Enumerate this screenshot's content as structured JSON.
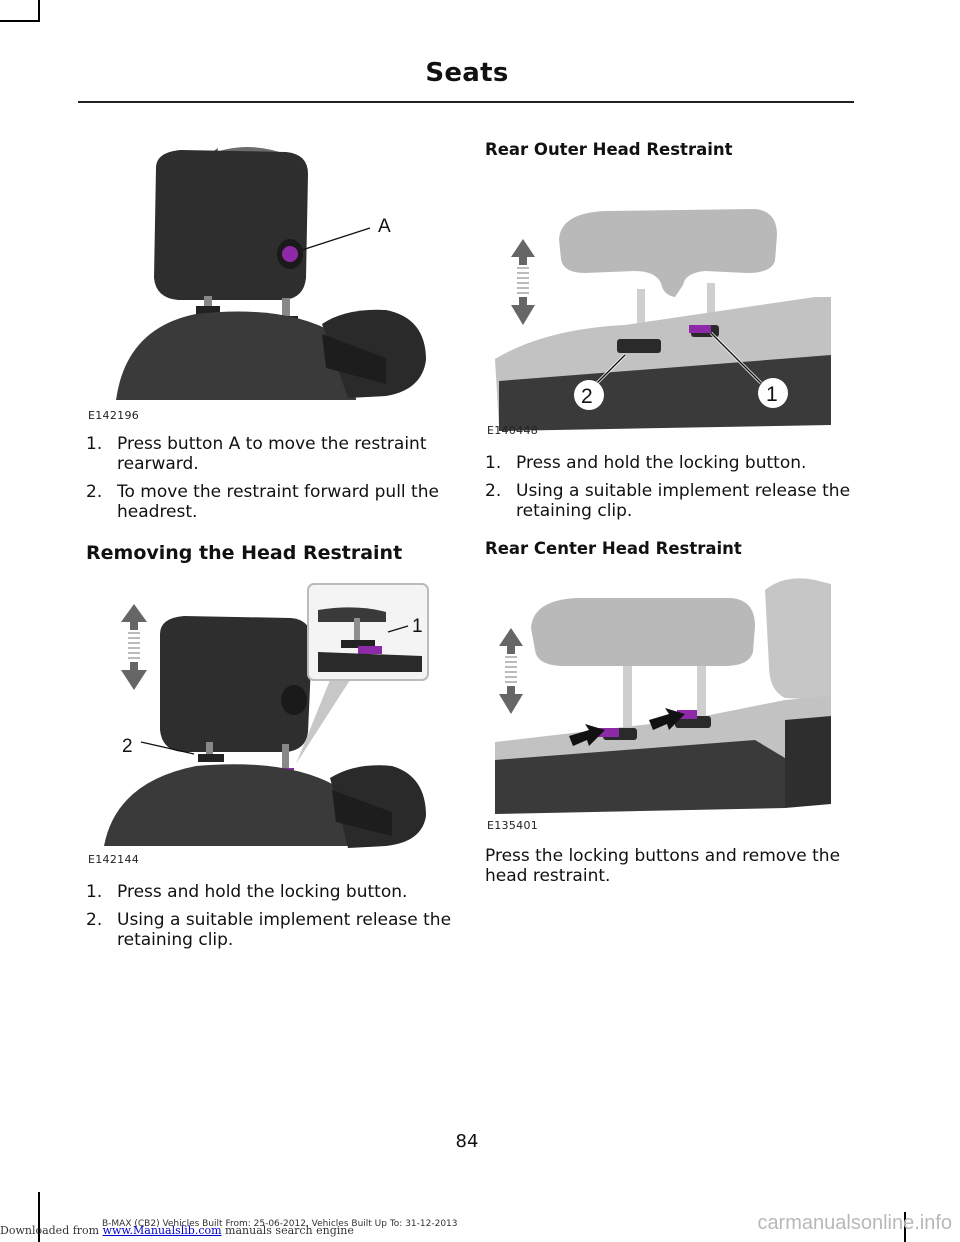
{
  "header": {
    "title": "Seats"
  },
  "left": {
    "fig1": {
      "code": "E142196",
      "callout_a": "A"
    },
    "steps1": [
      {
        "num": "1.",
        "text": "Press button A to move the restraint rearward."
      },
      {
        "num": "2.",
        "text": "To move the restraint forward pull the headrest."
      }
    ],
    "section_heading": "Removing the Head Restraint",
    "fig2": {
      "code": "E142144",
      "callout_1": "1",
      "callout_2": "2"
    },
    "steps2": [
      {
        "num": "1.",
        "text": "Press and hold the locking button."
      },
      {
        "num": "2.",
        "text": "Using a suitable implement release the retaining clip."
      }
    ]
  },
  "right": {
    "heading_outer": "Rear Outer Head Restraint",
    "fig3": {
      "code": "E140448",
      "callout_1": "1",
      "callout_2": "2"
    },
    "steps3": [
      {
        "num": "1.",
        "text": "Press and hold the locking button."
      },
      {
        "num": "2.",
        "text": "Using a suitable implement release the retaining clip."
      }
    ],
    "heading_center": "Rear Center Head Restraint",
    "fig4": {
      "code": "E135401"
    },
    "body_center": "Press the locking buttons and remove the head restraint."
  },
  "page_number": "84",
  "footer": "B-MAX (CB2) Vehicles Built From: 25-06-2012, Vehicles Built Up To: 31-12-2013",
  "download": {
    "prefix": "Downloaded from ",
    "link": "www.Manualslib.com",
    "suffix": " manuals search engine"
  },
  "watermark": "carmanualsonline.info",
  "colors": {
    "accent_button": "#8e2aa8",
    "dark_seat": "#2b2b2b",
    "light_seat": "#b9b9b9"
  }
}
